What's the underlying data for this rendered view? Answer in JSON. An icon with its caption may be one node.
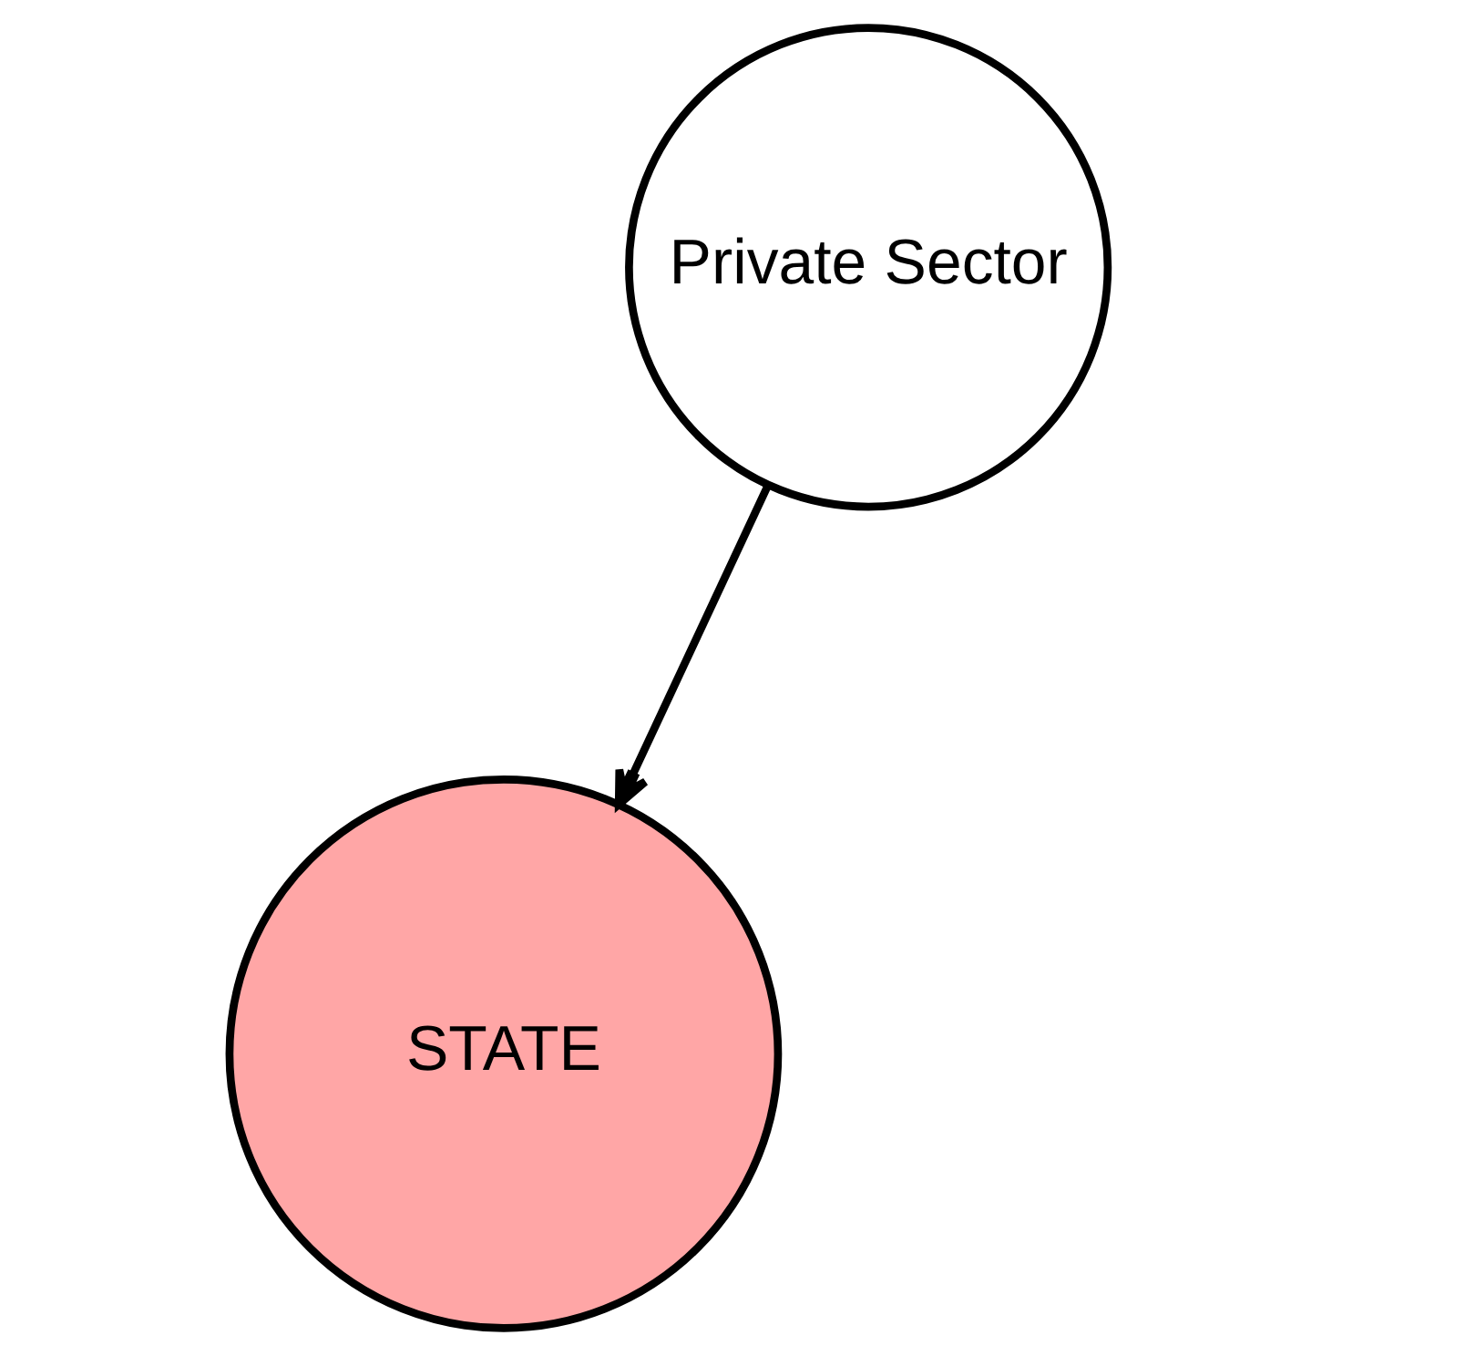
{
  "diagram": {
    "nodes": [
      {
        "text": [
          "Private Sector"
        ]
      },
      {
        "text": [
          "STATE"
        ]
      }
    ],
    "edges": [
      {
        "from": 0,
        "to": 1,
        "arrow": "to"
      }
    ]
  }
}
